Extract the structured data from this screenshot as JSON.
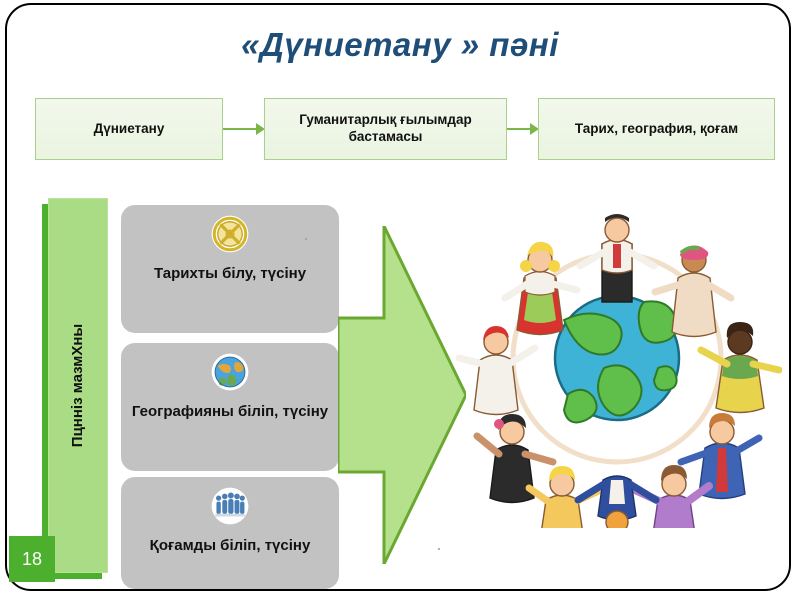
{
  "slide": {
    "title": "«Дүниетану » пәні",
    "page_number": "18",
    "accent_green": "#a9dc84",
    "dark_green": "#4caf2e",
    "title_color": "#1f4e79",
    "card_grey": "#c2c2c2",
    "box_border_green": "#a9d18e"
  },
  "flow": {
    "boxes": [
      {
        "label": "Дүниетану"
      },
      {
        "label": "Гуманитарлық ғылымдар бастамасы"
      },
      {
        "label": "Тарих, география, қоғам"
      }
    ],
    "connector_icon": "arrow-right-icon"
  },
  "content_bar": {
    "label": "Пцнніз мазмХны"
  },
  "cards": [
    {
      "label": "Тарихты білу, түсіну",
      "icon": "gold-medallion-icon"
    },
    {
      "label": "Географияны біліп, түсіну",
      "icon": "globe-icon"
    },
    {
      "label": "Қоғамды біліп, түсіну",
      "icon": "people-group-icon"
    }
  ],
  "big_arrow": {
    "icon": "big-arrow-right-icon"
  },
  "illustration": {
    "icon": "children-around-globe-illustration"
  }
}
